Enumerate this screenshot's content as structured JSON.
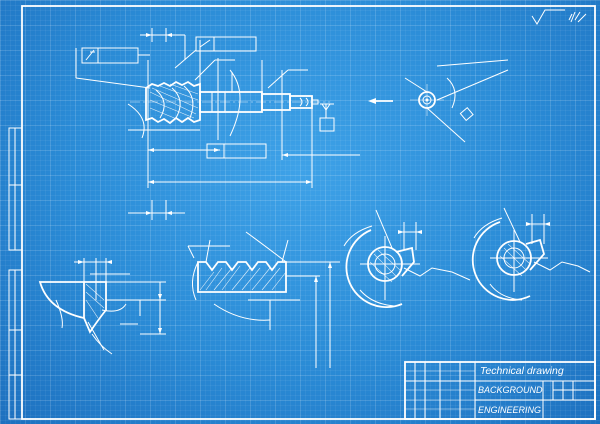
{
  "title_block": {
    "title": "Technical drawing",
    "line2": "BACKGROUND",
    "line3": "ENGINEERING"
  },
  "colors": {
    "background": "#2a8bd6",
    "lines": "#ffffff"
  },
  "icons": [
    "roughness-symbol-icon",
    "flatness-symbol-icon"
  ]
}
